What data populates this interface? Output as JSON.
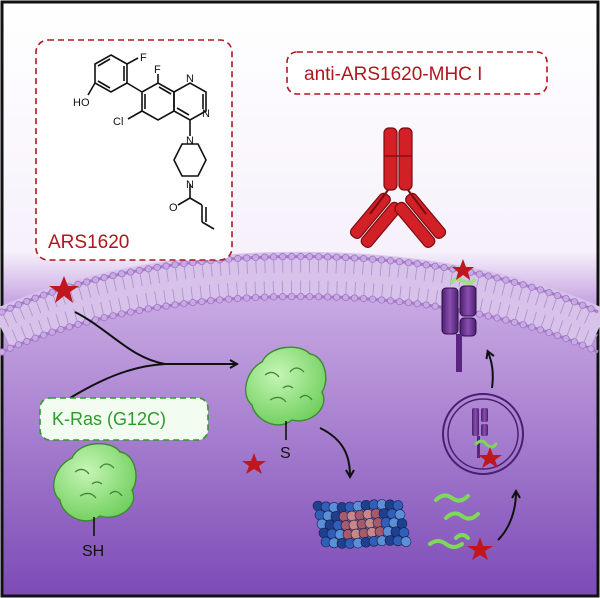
{
  "labels": {
    "drug_name": "ARS1620",
    "antibody": "anti-ARS1620-MHC I",
    "kras": "K-Ras (G12C)",
    "thiol": "SH",
    "thioether": "S"
  },
  "structure_atoms": {
    "F1": "F",
    "F2": "F",
    "OH": "HO",
    "Cl": "Cl",
    "N1": "N",
    "N2": "N",
    "N3": "N",
    "N4": "N",
    "O": "O"
  },
  "colors": {
    "accent_red": "#b0161c",
    "antibody_red": "#d31f26",
    "kras_green": "#8fe07a",
    "kras_label_green": "#2f9a2c",
    "mhc_purple": "#6b2d8c",
    "membrane": "#b58ed6",
    "cell": "#8f5fc5"
  }
}
